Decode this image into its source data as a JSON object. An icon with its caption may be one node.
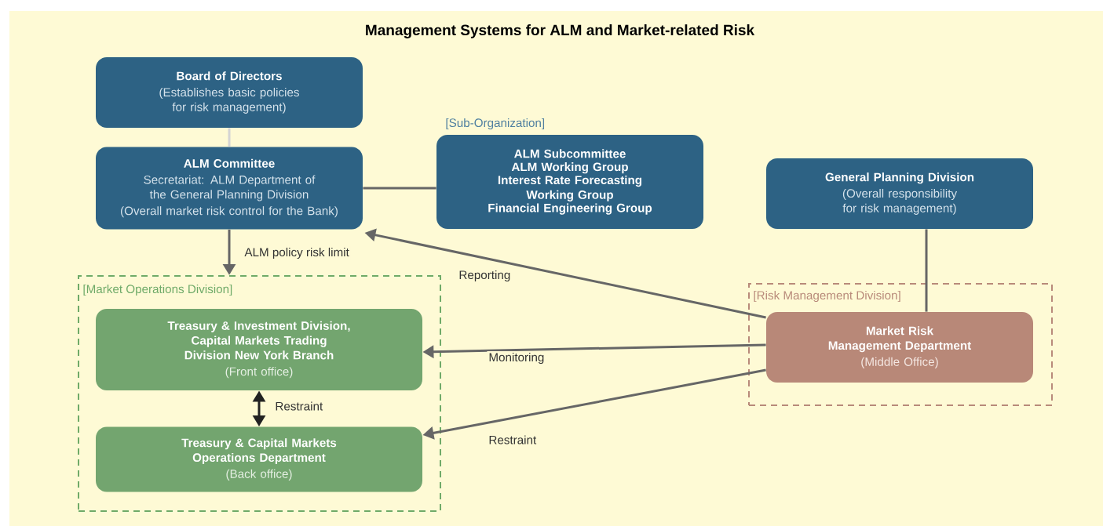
{
  "diagram": {
    "title": "Management Systems for ALM and Market-related Risk",
    "nodes": [
      {
        "text": [
          "Board of Directors",
          "(Establishes basic policies for risk management)"
        ]
      },
      {
        "text": [
          "ALM Committee",
          "Secretariat: ALM Department of the General Planning Division",
          "(Overall market risk control for the Bank)"
        ]
      },
      {
        "text": [
          "[Sub-Organization]",
          "ALM Subcommittee",
          "ALM Working Group",
          "Interest Rate Forecasting Working Group",
          "Financial Engineering Group"
        ]
      },
      {
        "text": [
          "General Planning Division",
          "(Overall responsibility for risk management)"
        ]
      },
      {
        "text": [
          "[Market Operations Division]"
        ]
      },
      {
        "text": [
          "Treasury & Investment Division, Capital Markets Trading Division New York Branch",
          "(Front office)"
        ],
        "in": 4
      },
      {
        "text": [
          "Treasury & Capital Markets Operations Department",
          "(Back office)"
        ],
        "in": 4
      },
      {
        "text": [
          "[Risk Management Division]"
        ]
      },
      {
        "text": [
          "Market Risk Management Department",
          "(Middle Office)"
        ],
        "in": 7
      }
    ],
    "edges": [
      {
        "from": 0,
        "to": 1,
        "arrow": "none",
        "color": "#d4d4d4"
      },
      {
        "from": 1,
        "to": 2,
        "arrow": "none"
      },
      {
        "from": 1,
        "to": 4,
        "arrow": "to",
        "label": "ALM policy risk limit"
      },
      {
        "from": 8,
        "to": 1,
        "arrow": "to",
        "label": "Reporting"
      },
      {
        "from": 8,
        "to": 5,
        "arrow": "to",
        "label": "Monitoring"
      },
      {
        "from": 8,
        "to": 6,
        "arrow": "to",
        "label": "Restraint"
      },
      {
        "from": 5,
        "to": 6,
        "arrow": "both",
        "label": "Restraint",
        "color": "#222222"
      },
      {
        "from": 3,
        "to": 8,
        "arrow": "none"
      }
    ]
  }
}
